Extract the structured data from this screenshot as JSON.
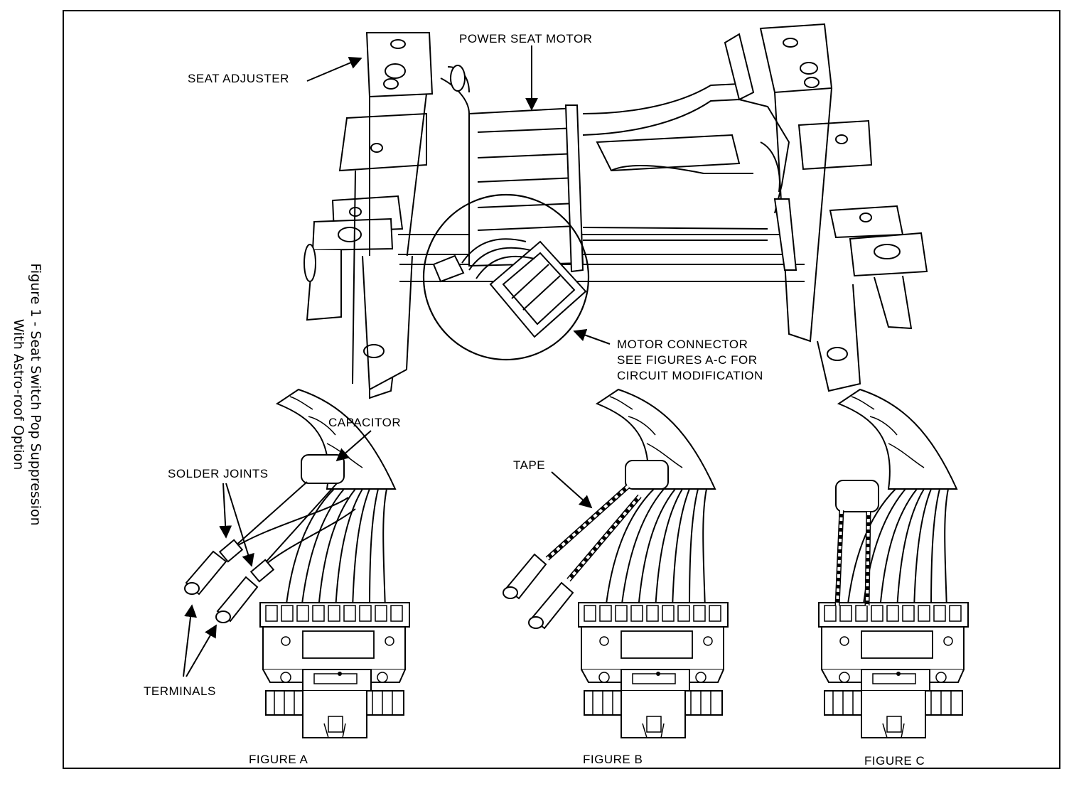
{
  "caption": {
    "line1": "Figure 1 - Seat Switch Pop Suppression",
    "line2": "With Astro-roof Option"
  },
  "labels": {
    "seat_adjuster": "SEAT ADJUSTER",
    "power_seat_motor": "POWER SEAT MOTOR",
    "motor_connector_1": "MOTOR CONNECTOR",
    "motor_connector_2": "SEE FIGURES A-C FOR",
    "motor_connector_3": "CIRCUIT MODIFICATION",
    "capacitor": "CAPACITOR",
    "solder_joints": "SOLDER JOINTS",
    "terminals": "TERMINALS",
    "tape": "TAPE",
    "figure_a": "FIGURE A",
    "figure_b": "FIGURE B",
    "figure_c": "FIGURE C"
  }
}
